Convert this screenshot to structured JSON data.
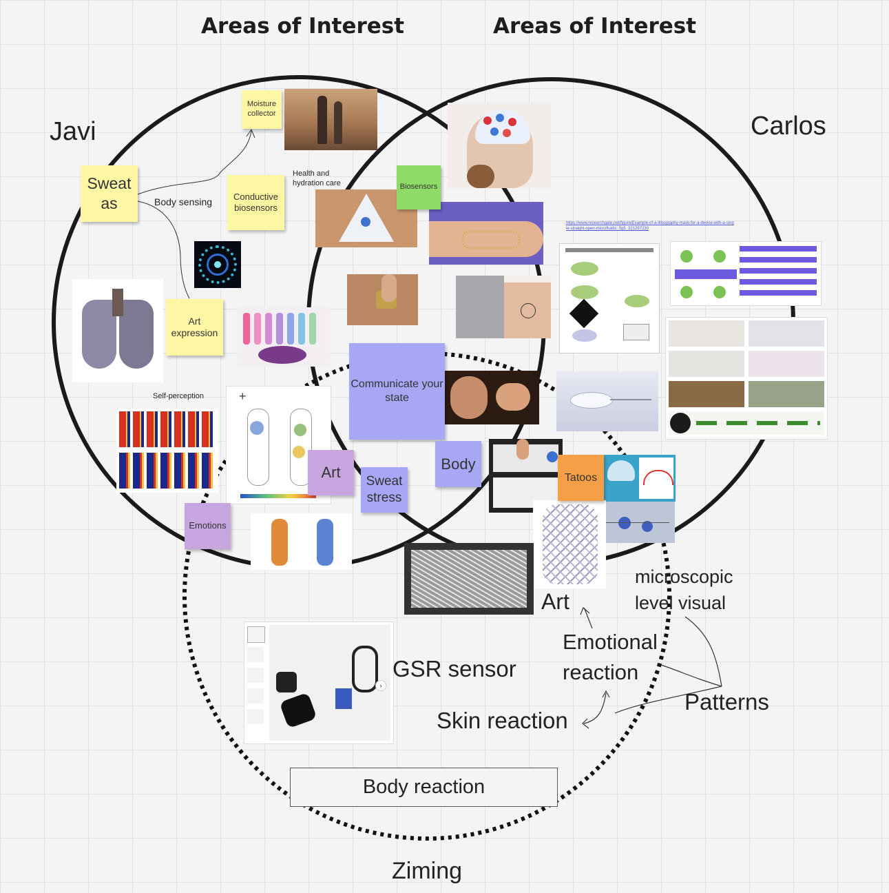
{
  "headings": {
    "left": "Areas of Interest",
    "right": "Areas of Interest"
  },
  "names": {
    "javi": "Javi",
    "carlos": "Carlos",
    "ziming": "Ziming"
  },
  "notes": {
    "moisture": "Moisture collector",
    "sweat_as": "Sweat as",
    "conductive": "Conductive biosensors",
    "art_expression": "Art expression",
    "biosensors": "Biosensors",
    "communicate": "Communicate your state",
    "art": "Art",
    "sweat_stress": "Sweat stress",
    "body": "Body",
    "emotions": "Emotions",
    "tatoos": "Tatoos"
  },
  "labels": {
    "body_sensing": "Body sensing",
    "health": "Health and hydration care",
    "self_perception": "Self-perception",
    "link_url": "https://www.researchgate.net/figure/Example-of-a-lithography-mask-for-a-device-with-a-single-straight-open-microfluidic_fig5_321297230",
    "art_bottom": "Art",
    "microscopic": "microscopic level visual",
    "emotional": "Emotional reaction",
    "gsr": "GSR sensor",
    "skin": "Skin reaction",
    "patterns": "Patterns",
    "body_reaction": "Body reaction"
  },
  "colors": {
    "yellow_note": "#fdf6a3",
    "green_note": "#8fdb6a",
    "violet_note": "#a8a7f6",
    "mauve_note": "#c7a6df",
    "orange_note": "#f5a046",
    "circle": "#1a1a1a"
  }
}
